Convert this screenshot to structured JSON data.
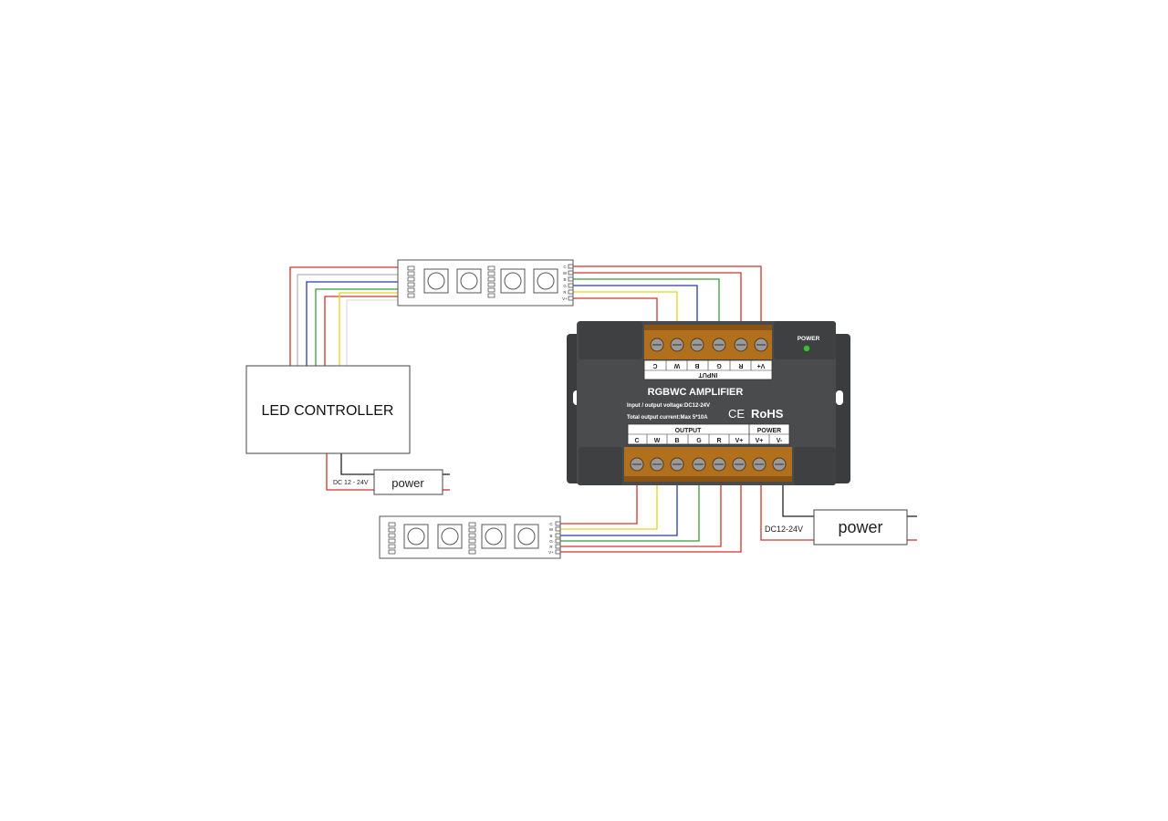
{
  "controller": {
    "label": "LED CONTROLLER"
  },
  "power_small": {
    "label": "power",
    "voltage": "DC 12 - 24V"
  },
  "power_large": {
    "label": "power",
    "voltage": "DC12-24V"
  },
  "strip_top": {
    "pins": [
      "C",
      "W",
      "B",
      "G",
      "R",
      "V+"
    ]
  },
  "strip_bottom": {
    "pins": [
      "C",
      "W",
      "B",
      "G",
      "R",
      "V+"
    ]
  },
  "amplifier": {
    "title": "RGBWC AMPLIFIER",
    "spec_voltage": "Input / output voltage:DC12-24V",
    "spec_current": "Total output current:Max 5*10A",
    "ce_mark": "CE",
    "rohs_mark": "RoHS",
    "power_led_label": "POWER",
    "input_label": "INPUT",
    "input_pins": [
      "V+",
      "R",
      "G",
      "B",
      "W",
      "C"
    ],
    "output_label": "OUTPUT",
    "output_pins": [
      "C",
      "W",
      "B",
      "G",
      "R",
      "V+"
    ],
    "power_group_label": "POWER",
    "power_pins": [
      "V+",
      "V-"
    ]
  },
  "colors": {
    "red": "#d0342c",
    "green": "#3a9a3a",
    "blue": "#2a3aa8",
    "yellow": "#e8d21a",
    "white_wire": "#b8b8b8",
    "black_wire": "#222222",
    "case": "#4a4b4c",
    "terminal": "#b0701e"
  }
}
